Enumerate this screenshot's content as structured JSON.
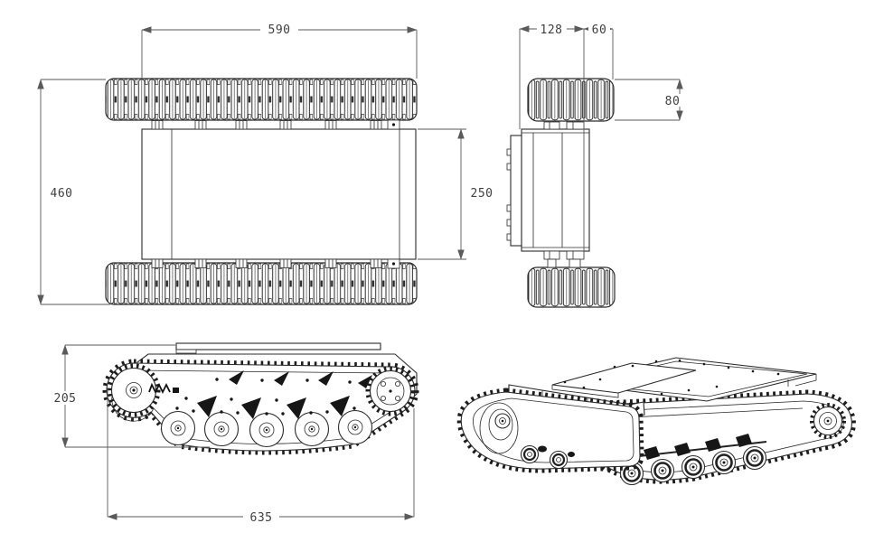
{
  "page": {
    "background": "#ffffff"
  },
  "colors": {
    "line": "#2b2b2b",
    "dimension_line": "#5a5a5a",
    "dimension_text": "#3f3f3f",
    "dark_fill": "#161616"
  },
  "dimensions": {
    "top_view_length": "590",
    "overall_width": "460",
    "inner_width": "250",
    "front_left": "128",
    "front_right": "60",
    "track_width": "80",
    "side_height": "205",
    "overall_length": "635"
  }
}
